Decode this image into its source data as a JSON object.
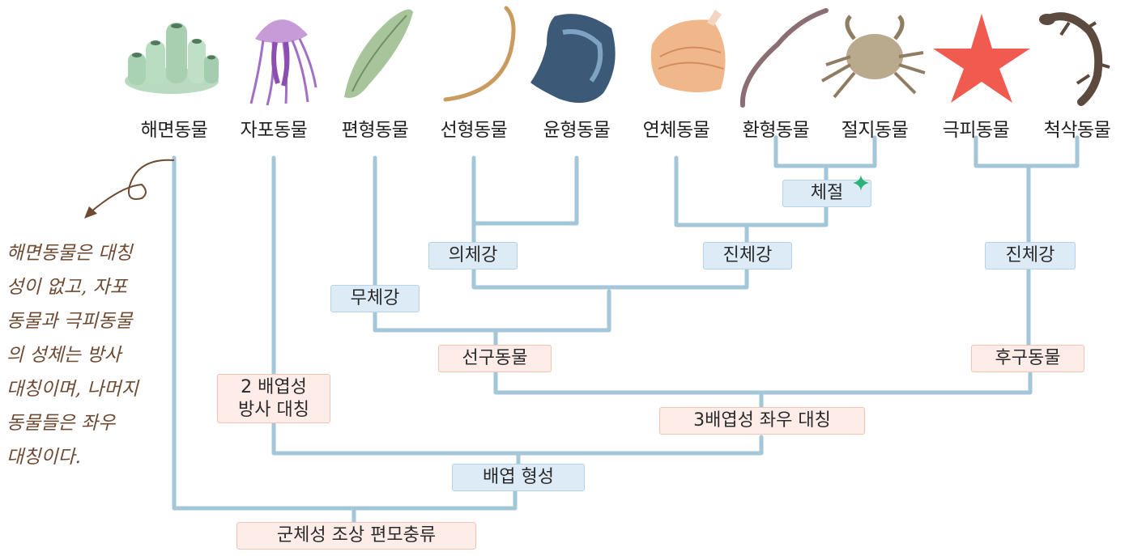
{
  "phyla": [
    {
      "name": "해면동물",
      "icon": "sponge-icon"
    },
    {
      "name": "자포동물",
      "icon": "jellyfish-icon"
    },
    {
      "name": "편형동물",
      "icon": "flatworm-icon"
    },
    {
      "name": "선형동물",
      "icon": "roundworm-icon"
    },
    {
      "name": "윤형동물",
      "icon": "rotifer-icon"
    },
    {
      "name": "연체동물",
      "icon": "clam-icon"
    },
    {
      "name": "환형동물",
      "icon": "earthworm-icon"
    },
    {
      "name": "절지동물",
      "icon": "crab-icon"
    },
    {
      "name": "극피동물",
      "icon": "starfish-icon"
    },
    {
      "name": "척삭동물",
      "icon": "salamander-icon"
    }
  ],
  "nodes": {
    "segmentation": "체절",
    "pseudocoelom": "의체강",
    "coelom_protostome": "진체강",
    "coelom_deuterostome": "진체강",
    "acoelom": "무체강",
    "protostome": "선구동물",
    "deuterostome": "후구동물",
    "diploblastic": "2 배엽성\n방사 대칭",
    "triploblastic": "3배엽성 좌우 대칭",
    "germ_layers": "배엽 형성",
    "ancestor": "군체성 조상 편모충류"
  },
  "note_lines": [
    "해면동물은 대칭",
    "성이 없고, 자포",
    "동물과 극피동물",
    "의 성체는 방사",
    "대칭이며, 나머지",
    "동물들은 좌우",
    "대칭이다."
  ],
  "colors": {
    "branch": "#a3c6d8",
    "blue_box": "#dcebf6",
    "pink_box": "#fdece7",
    "star": "#2db37a",
    "note_ink": "#6e4a33"
  }
}
